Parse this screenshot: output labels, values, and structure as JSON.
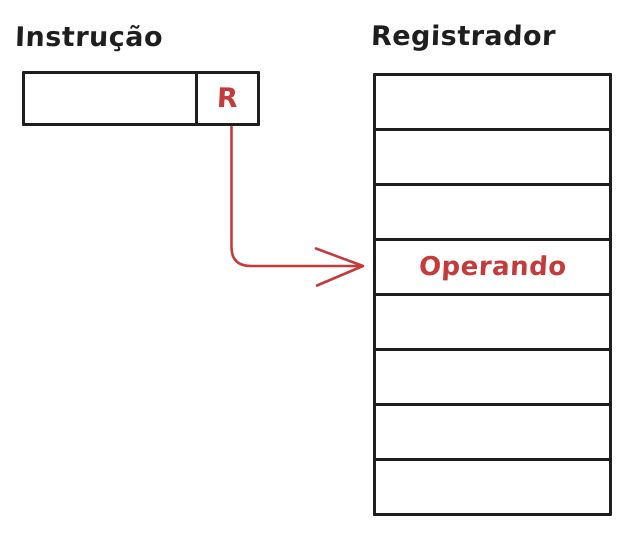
{
  "labels": {
    "instruction": "Instrução",
    "register": "Registrador"
  },
  "instruction_box": {
    "register_field": "R"
  },
  "registers": {
    "cells": [
      "",
      "",
      "",
      "Operando",
      "",
      "",
      "",
      ""
    ]
  },
  "colors": {
    "ink": "#1e1e1e",
    "accent": "#c43b3b",
    "background": "#ffffff"
  }
}
